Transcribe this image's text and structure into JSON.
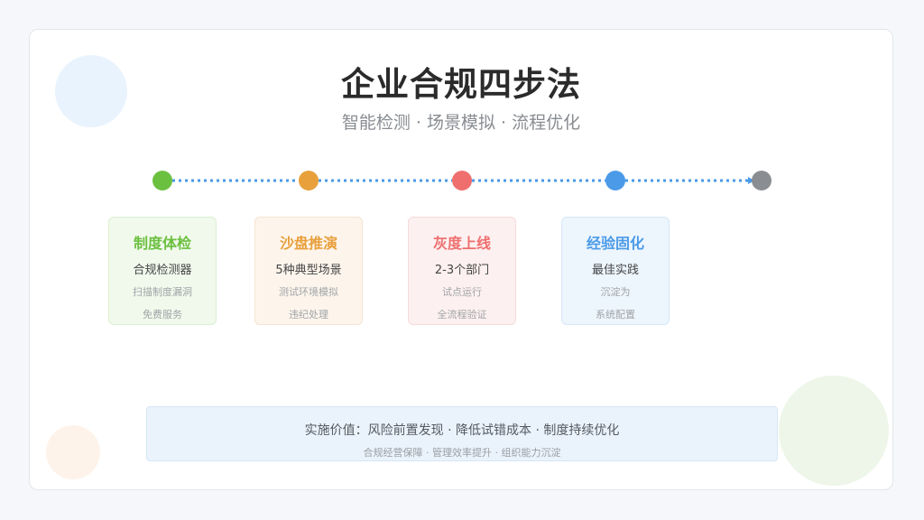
{
  "title": "企业合规四步法",
  "subtitle": "智能检测 · 场景模拟 · 流程优化",
  "colors": {
    "step1": "#6cc040",
    "step2": "#e8a03c",
    "step3": "#ef6f6f",
    "step4": "#4a9ae8",
    "end": "#8a8d92",
    "connector": "#4a9ae8"
  },
  "steps": [
    {
      "title": "制度体检",
      "main": "合规检测器",
      "sub1": "扫描制度漏洞",
      "sub2": "免费服务"
    },
    {
      "title": "沙盘推演",
      "main": "5种典型场景",
      "sub1": "测试环境模拟",
      "sub2": "违纪处理"
    },
    {
      "title": "灰度上线",
      "main": "2-3个部门",
      "sub1": "试点运行",
      "sub2": "全流程验证"
    },
    {
      "title": "经验固化",
      "main": "最佳实践",
      "sub1": "沉淀为",
      "sub2": "系统配置"
    }
  ],
  "bottom": {
    "main": "实施价值：风险前置发现 · 降低试错成本 · 制度持续优化",
    "sub": "合规经营保障 · 管理效率提升 · 组织能力沉淀"
  }
}
